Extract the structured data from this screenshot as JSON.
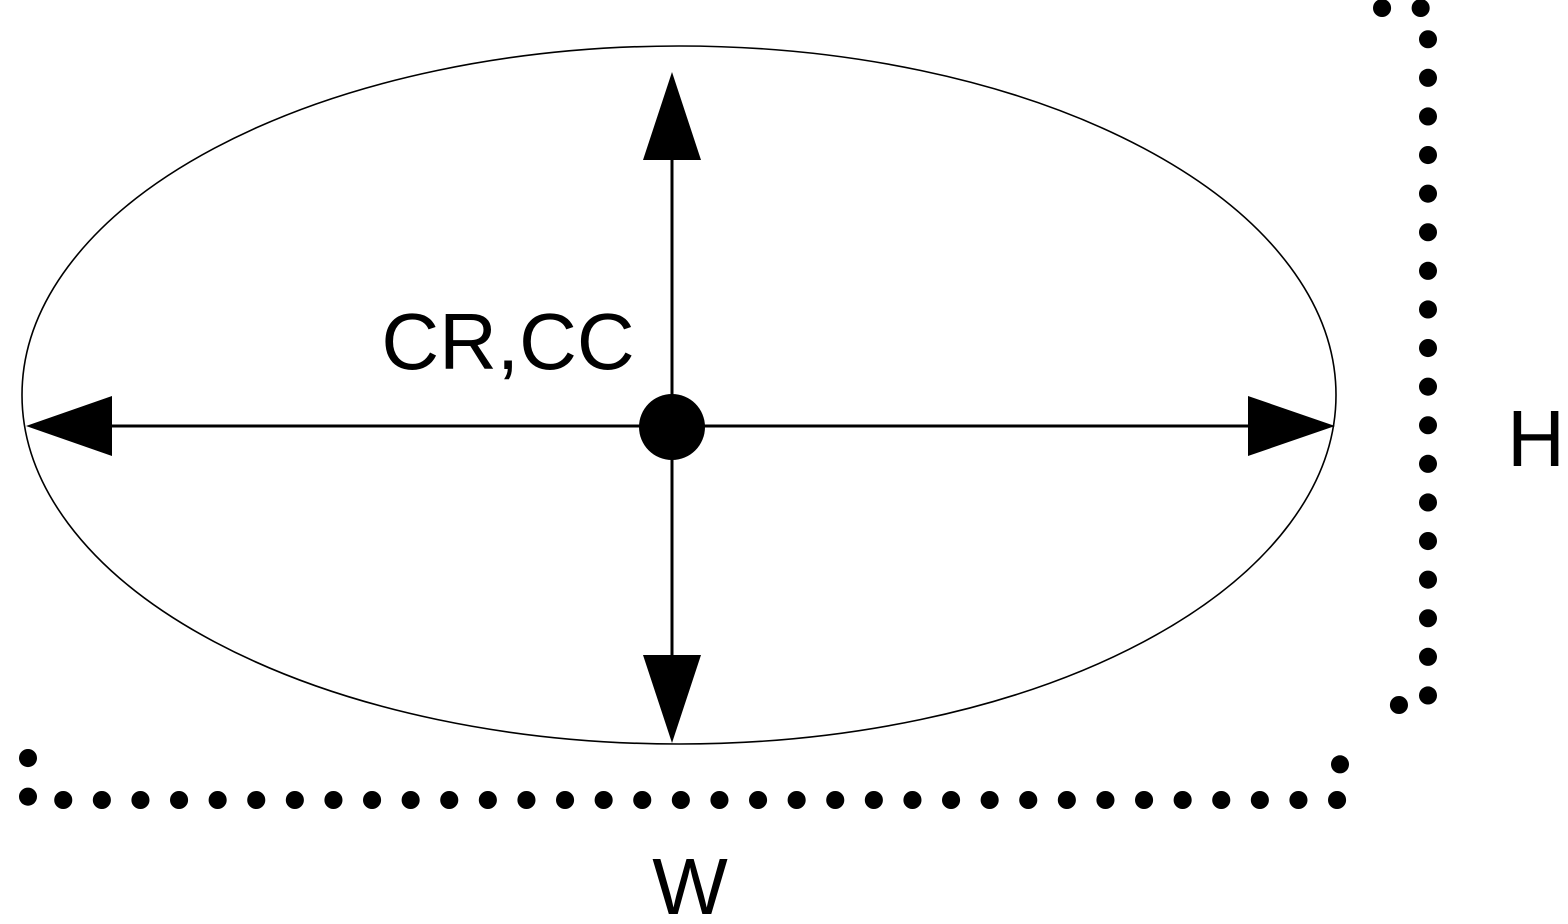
{
  "diagram": {
    "center_label": "CR,CC",
    "width_label": "W",
    "height_label": "H"
  },
  "colors": {
    "stroke": "#000000",
    "background": "#ffffff"
  }
}
